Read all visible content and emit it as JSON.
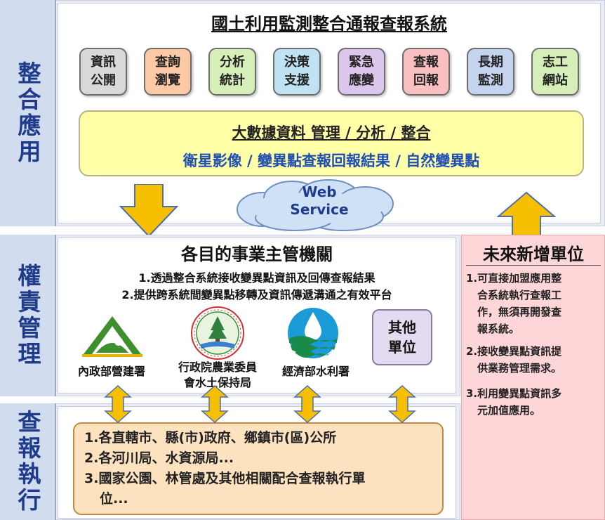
{
  "top": {
    "side_label": "整合應用",
    "title": "國土利用監測整合通報查報系統",
    "buttons": [
      {
        "line1": "資訊",
        "line2": "公開",
        "color": "#d9d9d9"
      },
      {
        "line1": "查詢",
        "line2": "瀏覽",
        "color": "#fbc9a3"
      },
      {
        "line1": "分析",
        "line2": "統計",
        "color": "#d6efb8"
      },
      {
        "line1": "決策",
        "line2": "支援",
        "color": "#bfe3f3"
      },
      {
        "line1": "緊急",
        "line2": "應變",
        "color": "#dcc6ec"
      },
      {
        "line1": "查報",
        "line2": "回報",
        "color": "#f8c0c0"
      },
      {
        "line1": "長期",
        "line2": "監測",
        "color": "#c4d4ee"
      },
      {
        "line1": "志工",
        "line2": "網站",
        "color": "#d6efb8"
      }
    ],
    "bigdata_line1": "大數據資料 管理 / 分析 / 整合",
    "bigdata_line2": "衛星影像 / 變異點查報回報結果 / 自然變異點",
    "web_service_line1": "Web",
    "web_service_line2": "Service"
  },
  "middle": {
    "side_label": "權責管理",
    "title": "各目的事業主管機關",
    "point1": "1.透過整合系統接收變異點資訊及回傳查報結果",
    "point2": "2.提供跨系統間變異點移轉及資訊傳遞溝通之有效平台",
    "orgs": [
      {
        "line1": "內政部營建署",
        "line2": "",
        "icon": "construction-logo"
      },
      {
        "line1": "行政院農業委員",
        "line2": "會水土保持局",
        "icon": "soil-conservation-logo"
      },
      {
        "line1": "經濟部水利署",
        "line2": "",
        "icon": "water-resources-logo"
      }
    ],
    "other_line1": "其他",
    "other_line2": "單位"
  },
  "future": {
    "title": "未來新增單位",
    "items": [
      [
        "1.可直接加盟應用整",
        "合系統執行查報工",
        "作，無須再開發查",
        "報系統。"
      ],
      [
        "2.接收變異點資訊提",
        "供業務管理需求。"
      ],
      [
        "3.利用變異點資訊多",
        "元加值應用。"
      ]
    ]
  },
  "bottom": {
    "side_label": "查報執行",
    "lines": [
      "1.各直轄市、縣(市)政府、鄉鎮市(區)公所",
      "2.各河川局、水資源局...",
      "3.國家公園、林管處及其他相關配合查報執行單",
      "位..."
    ]
  },
  "colors": {
    "side_text": "#1f3c8c",
    "arrow_fill": "#f6c000",
    "bigdata_text_blue": "#1f4fb3",
    "future_bg": "#ffd6d8",
    "exec_bg": "#fde2c0"
  }
}
